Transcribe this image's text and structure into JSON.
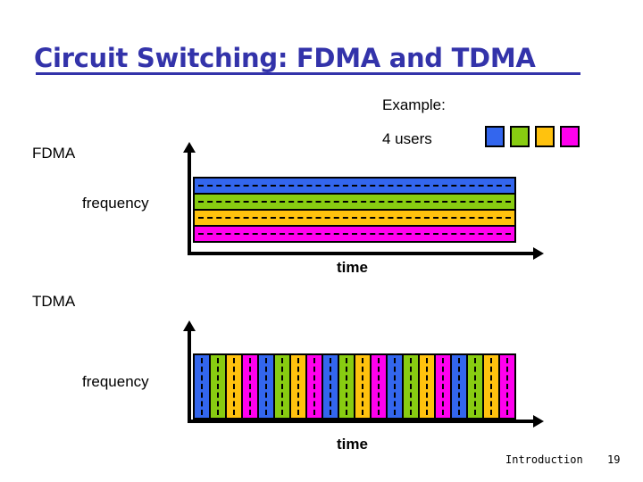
{
  "slide": {
    "title": "Circuit Switching: FDMA and TDMA",
    "title_color": "#3333AA"
  },
  "example": {
    "heading": "Example:",
    "subheading": "4 users",
    "legend": [
      {
        "name": "user-1",
        "color": "#3366EE"
      },
      {
        "name": "user-2",
        "color": "#88CC11"
      },
      {
        "name": "user-3",
        "color": "#FFC20E"
      },
      {
        "name": "user-4",
        "color": "#FF00EE"
      }
    ]
  },
  "fdma": {
    "label": "FDMA",
    "y_axis_label": "frequency",
    "x_axis_label": "time"
  },
  "tdma": {
    "label": "TDMA",
    "y_axis_label": "frequency",
    "x_axis_label": "time"
  },
  "footer": {
    "section": "Introduction",
    "page": "19"
  },
  "chart_data": [
    {
      "type": "area",
      "title": "FDMA",
      "xlabel": "time",
      "ylabel": "frequency",
      "grid": false,
      "legend_position": "top-right",
      "description": "Frequency Division Multiple Access: each of 4 users occupies a dedicated frequency band continuously across all time.",
      "categories": [
        "user-1",
        "user-2",
        "user-3",
        "user-4"
      ],
      "bands": [
        {
          "user": "user-1",
          "color": "#3366EE",
          "frequency_band": 4,
          "time_span": "all",
          "dashed_midline": true
        },
        {
          "user": "user-2",
          "color": "#88CC11",
          "frequency_band": 3,
          "time_span": "all",
          "dashed_midline": true
        },
        {
          "user": "user-3",
          "color": "#FFC20E",
          "frequency_band": 2,
          "time_span": "all",
          "dashed_midline": true
        },
        {
          "user": "user-4",
          "color": "#FF00EE",
          "frequency_band": 1,
          "time_span": "all",
          "dashed_midline": true
        }
      ]
    },
    {
      "type": "area",
      "title": "TDMA",
      "xlabel": "time",
      "ylabel": "frequency",
      "grid": false,
      "legend_position": "top-right",
      "description": "Time Division Multiple Access: all 4 users share the full frequency range but each transmits in its own repeating time slot.",
      "categories": [
        "user-1",
        "user-2",
        "user-3",
        "user-4"
      ],
      "slot_cycles": 5,
      "slots_per_cycle": 4,
      "slots": [
        {
          "user": "user-1",
          "color": "#3366EE",
          "dashed_midline": true
        },
        {
          "user": "user-2",
          "color": "#88CC11",
          "dashed_midline": true
        },
        {
          "user": "user-3",
          "color": "#FFC20E",
          "dashed_midline": true
        },
        {
          "user": "user-4",
          "color": "#FF00EE",
          "dashed_midline": true
        },
        {
          "user": "user-1",
          "color": "#3366EE",
          "dashed_midline": true
        },
        {
          "user": "user-2",
          "color": "#88CC11",
          "dashed_midline": true
        },
        {
          "user": "user-3",
          "color": "#FFC20E",
          "dashed_midline": true
        },
        {
          "user": "user-4",
          "color": "#FF00EE",
          "dashed_midline": true
        },
        {
          "user": "user-1",
          "color": "#3366EE",
          "dashed_midline": true
        },
        {
          "user": "user-2",
          "color": "#88CC11",
          "dashed_midline": true
        },
        {
          "user": "user-3",
          "color": "#FFC20E",
          "dashed_midline": true
        },
        {
          "user": "user-4",
          "color": "#FF00EE",
          "dashed_midline": true
        },
        {
          "user": "user-1",
          "color": "#3366EE",
          "dashed_midline": true
        },
        {
          "user": "user-2",
          "color": "#88CC11",
          "dashed_midline": true
        },
        {
          "user": "user-3",
          "color": "#FFC20E",
          "dashed_midline": true
        },
        {
          "user": "user-4",
          "color": "#FF00EE",
          "dashed_midline": true
        },
        {
          "user": "user-1",
          "color": "#3366EE",
          "dashed_midline": true
        },
        {
          "user": "user-2",
          "color": "#88CC11",
          "dashed_midline": true
        },
        {
          "user": "user-3",
          "color": "#FFC20E",
          "dashed_midline": true
        },
        {
          "user": "user-4",
          "color": "#FF00EE",
          "dashed_midline": true
        }
      ]
    }
  ]
}
